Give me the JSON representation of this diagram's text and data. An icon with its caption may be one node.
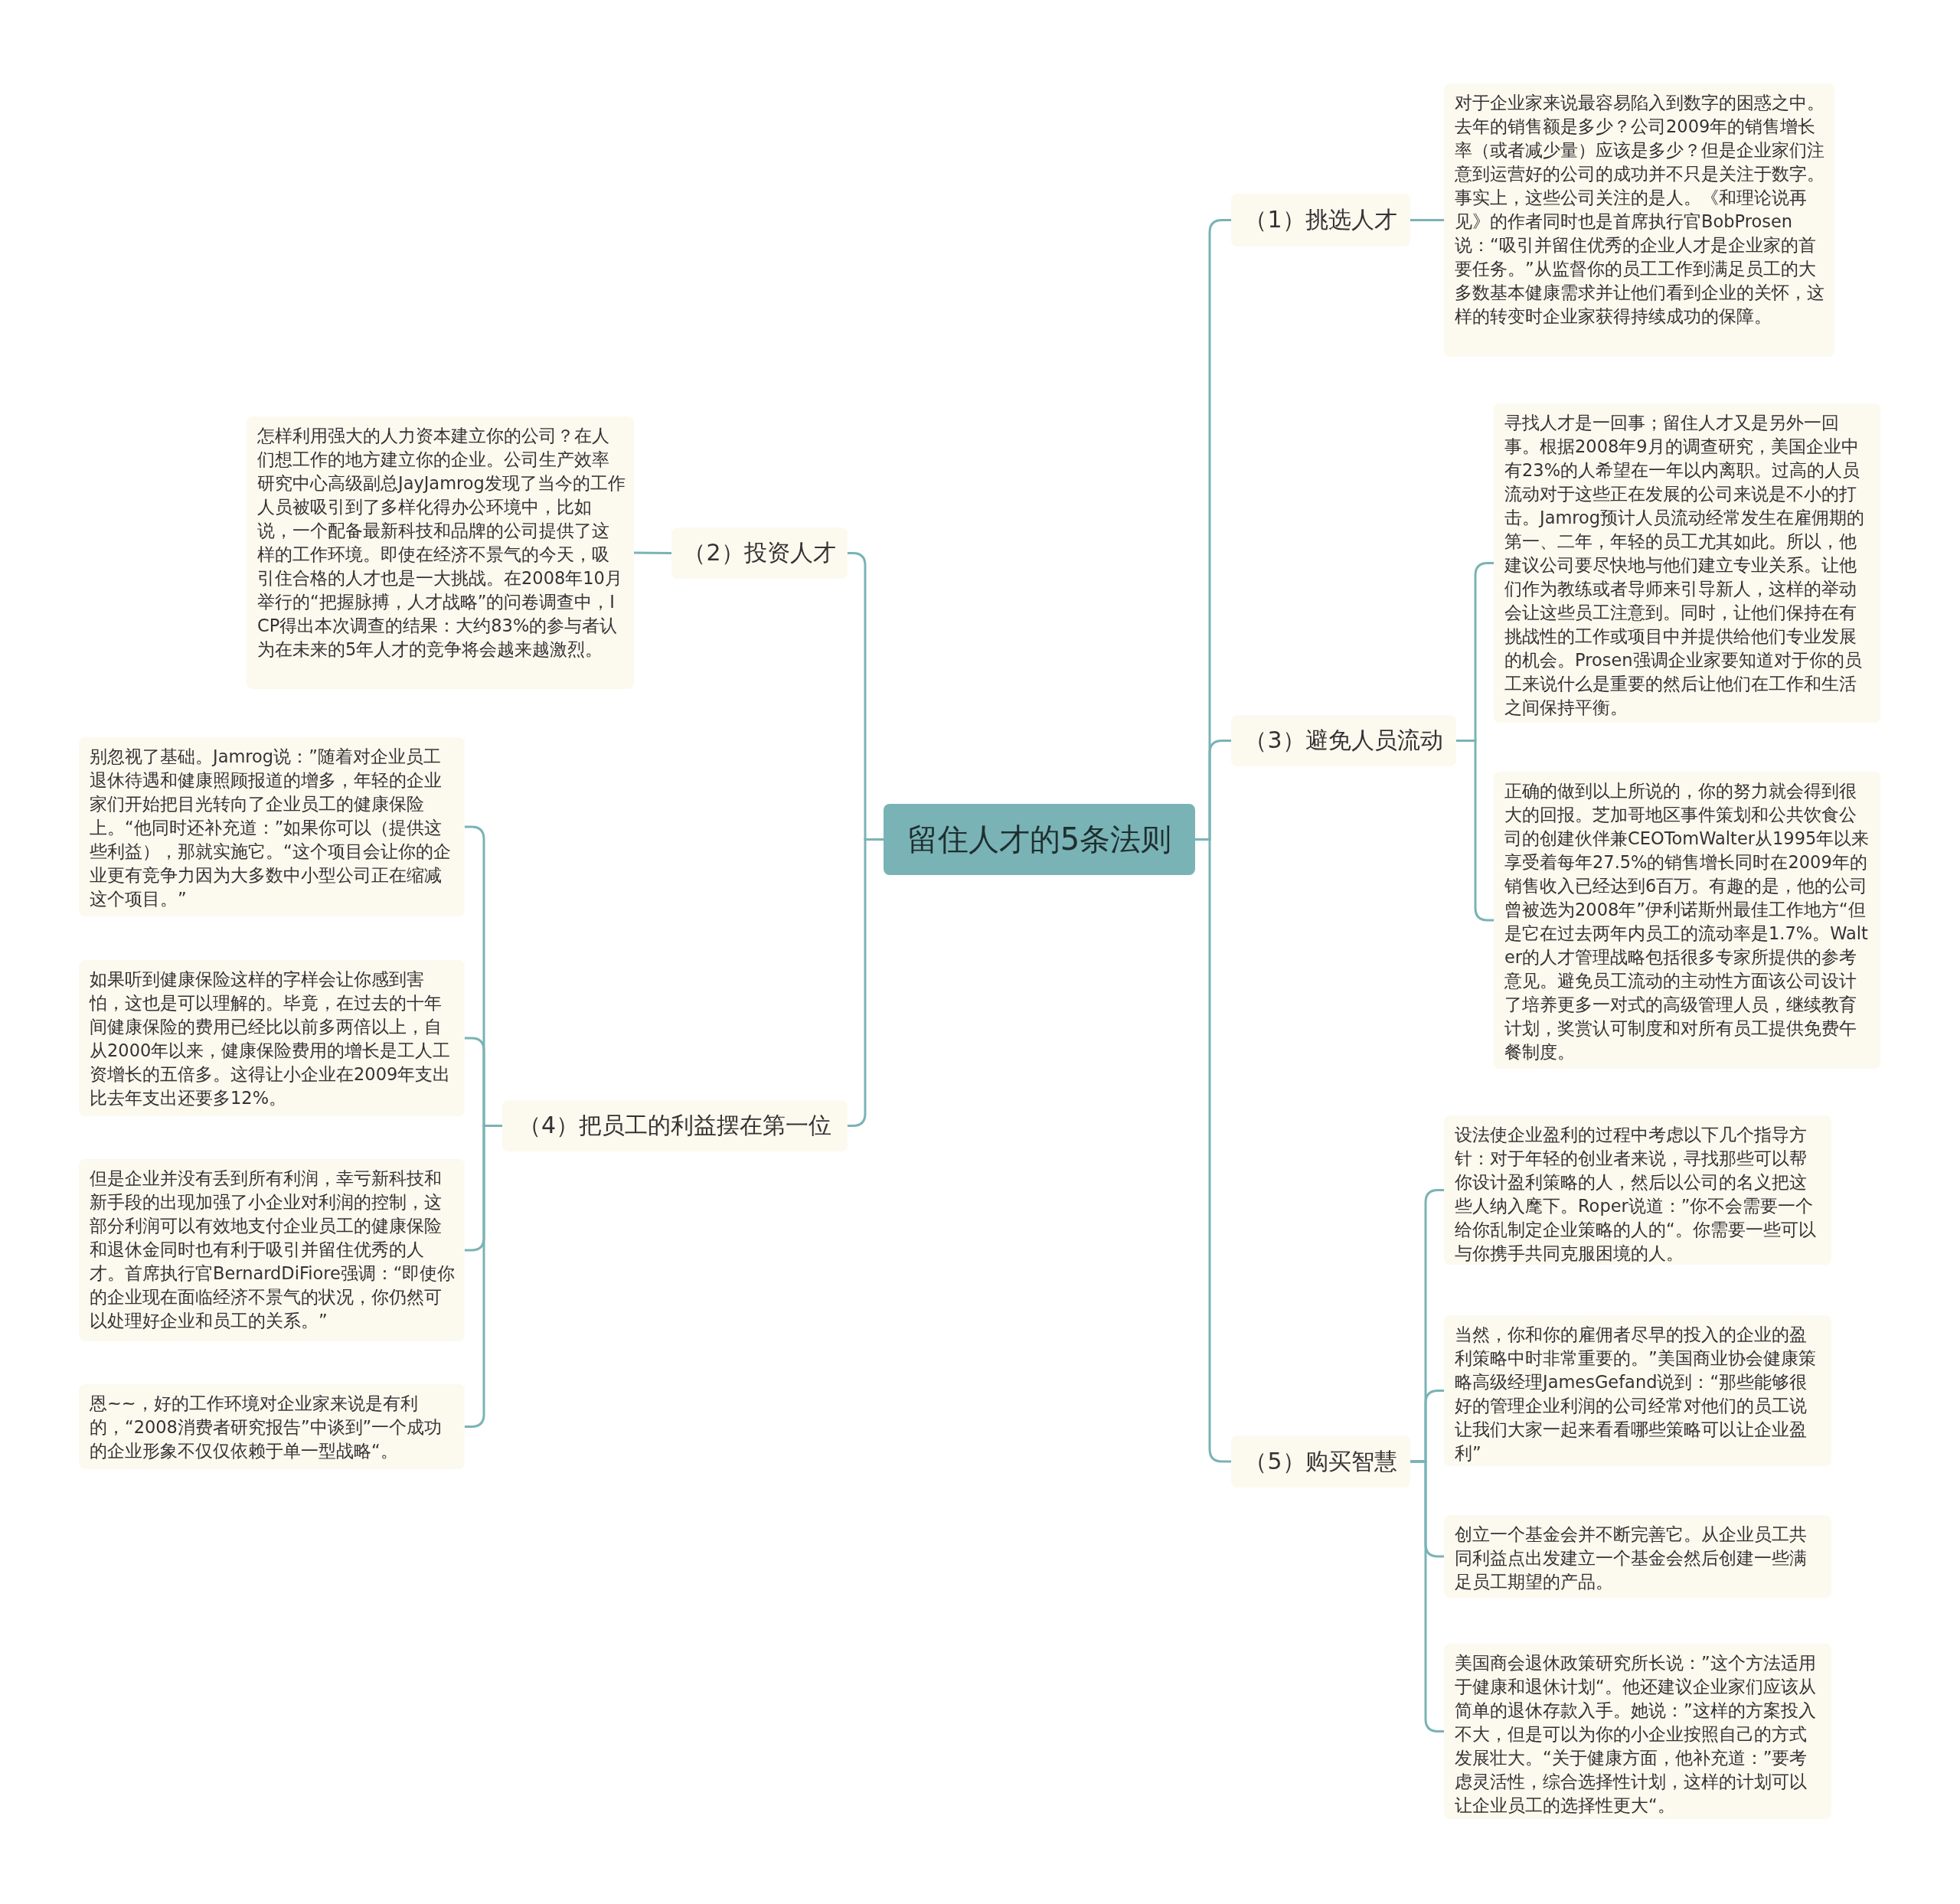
{
  "diagram": {
    "nodes": [
      {
        "text": [
          "留住人才的5条法则"
        ]
      },
      {
        "text": [
          "（1）挑选人才"
        ]
      },
      {
        "text": [
          "对于企业家来说最容易陷入到数字的困惑之中。去年的销售额是多少？公司2009年的销售增长率（或者减少量）应该是多少？但是企业家们注意到运营好的公司的成功并不只是关注于数字。事实上，这些公司关注的是人。《和理论说再见》的作者同时也是首席执行官BobProsen说：“吸引并留住优秀的企业人才是企业家的首要任务。”从监督你的员工工作到满足员工的大多数基本健康需求并让他们看到企业的关怀，这样的转变时企业家获得持续成功的保障。"
        ]
      },
      {
        "text": [
          "（2）投资人才"
        ]
      },
      {
        "text": [
          "怎样利用强大的人力资本建立你的公司？在人们想工作的地方建立你的企业。公司生产效率研究中心高级副总JayJamrog发现了当今的工作人员被吸引到了多样化得办公环境中，比如说，一个配备最新科技和品牌的公司提供了这样的工作环境。即使在经济不景气的今天，吸引住合格的人才也是一大挑战。在2008年10月举行的“把握脉搏，人才战略”的问卷调查中，ICP得出本次调查的结果：大约83%的参与者认为在未来的5年人才的竞争将会越来越激烈。"
        ]
      },
      {
        "text": [
          "（3）避免人员流动"
        ]
      },
      {
        "text": [
          "寻找人才是一回事；留住人才又是另外一回事。根据2008年9月的调查研究，美国企业中有23%的人希望在一年以内离职。过高的人员流动对于这些正在发展的公司来说是不小的打击。Jamrog预计人员流动经常发生在雇佣期的第一、二年，年轻的员工尤其如此。所以，他建议公司要尽快地与他们建立专业关系。让他们作为教练或者导师来引导新人，这样的举动会让这些员工注意到。同时，让他们保持在有挑战性的工作或项目中并提供给他们专业发展的机会。Prosen强调企业家要知道对于你的员工来说什么是重要的然后让他们在工作和生活之间保持平衡。"
        ]
      },
      {
        "text": [
          "正确的做到以上所说的，你的努力就会得到很大的回报。芝加哥地区事件策划和公共饮食公司的创建伙伴兼CEOTomWalter从1995年以来享受着每年27.5%的销售增长同时在2009年的销售收入已经达到6百万。有趣的是，他的公司曾被选为2008年”伊利诺斯州最佳工作地方“但是它在过去两年内员工的流动率是1.7%。Walter的人才管理战略包括很多专家所提供的参考意见。避免员工流动的主动性方面该公司设计了培养更多一对式的高级管理人员，继续教育计划，奖赏认可制度和对所有员工提供免费午餐制度。"
        ]
      },
      {
        "text": [
          "（4）把员工的利益摆在第一位"
        ]
      },
      {
        "text": [
          "别忽视了基础。Jamrog说：”随着对企业员工退休待遇和健康照顾报道的增多，年轻的企业家们开始把目光转向了企业员工的健康保险上。“他同时还补充道：”如果你可以（提供这些利益），那就实施它。“这个项目会让你的企业更有竞争力因为大多数中小型公司正在缩减这个项目。”"
        ]
      },
      {
        "text": [
          "如果听到健康保险这样的字样会让你感到害怕，这也是可以理解的。毕竟，在过去的十年间健康保险的费用已经比以前多两倍以上，自从2000年以来，健康保险费用的增长是工人工资增长的五倍多。这得让小企业在2009年支出比去年支出还要多12%。"
        ]
      },
      {
        "text": [
          "但是企业并没有丢到所有利润，幸亏新科技和新手段的出现加强了小企业对利润的控制，这部分利润可以有效地支付企业员工的健康保险和退休金同时也有利于吸引并留住优秀的人才。首席执行官BernardDiFiore强调：“即使你的企业现在面临经济不景气的状况，你仍然可以处理好企业和员工的关系。”"
        ]
      },
      {
        "text": [
          "恩~~，好的工作环境对企业家来说是有利的，“2008消费者研究报告”中谈到”一个成功的企业形象不仅仅依赖于单一型战略“。"
        ]
      },
      {
        "text": [
          "（5）购买智慧"
        ]
      },
      {
        "text": [
          "设法使企业盈利的过程中考虑以下几个指导方针：对于年轻的创业者来说，寻找那些可以帮你设计盈利策略的人，然后以公司的名义把这些人纳入麾下。Roper说道：”你不会需要一个给你乱制定企业策略的人的“。你需要一些可以与你携手共同克服困境的人。"
        ]
      },
      {
        "text": [
          "当然，你和你的雇佣者尽早的投入的企业的盈利策略中时非常重要的。”美国商业协会健康策略高级经理JamesGefand说到：“那些能够很好的管理企业利润的公司经常对他们的员工说让我们大家一起来看看哪些策略可以让企业盈利”"
        ]
      },
      {
        "text": [
          "创立一个基金会并不断完善它。从企业员工共同利益点出发建立一个基金会然后创建一些满足员工期望的产品。"
        ]
      },
      {
        "text": [
          "美国商会退休政策研究所长说：”这个方法适用于健康和退休计划“。他还建议企业家们应该从简单的退休存款入手。她说：”这样的方案投入不大，但是可以为你的小企业按照自己的方式发展壮大。“关于健康方面，他补充道：”要考虑灵活性，综合选择性计划，这样的计划可以让企业员工的选择性更大“。"
        ]
      }
    ],
    "edges": [
      {
        "from": 0,
        "to": 1,
        "arrow": "none"
      },
      {
        "from": 1,
        "to": 2,
        "arrow": "none"
      },
      {
        "from": 0,
        "to": 3,
        "arrow": "none"
      },
      {
        "from": 3,
        "to": 4,
        "arrow": "none"
      },
      {
        "from": 0,
        "to": 5,
        "arrow": "none"
      },
      {
        "from": 5,
        "to": 6,
        "arrow": "none"
      },
      {
        "from": 5,
        "to": 7,
        "arrow": "none"
      },
      {
        "from": 0,
        "to": 8,
        "arrow": "none"
      },
      {
        "from": 8,
        "to": 9,
        "arrow": "none"
      },
      {
        "from": 8,
        "to": 10,
        "arrow": "none"
      },
      {
        "from": 8,
        "to": 11,
        "arrow": "none"
      },
      {
        "from": 8,
        "to": 12,
        "arrow": "none"
      },
      {
        "from": 0,
        "to": 13,
        "arrow": "none"
      },
      {
        "from": 13,
        "to": 14,
        "arrow": "none"
      },
      {
        "from": 13,
        "to": 15,
        "arrow": "none"
      },
      {
        "from": 13,
        "to": 16,
        "arrow": "none"
      },
      {
        "from": 13,
        "to": 17,
        "arrow": "none"
      }
    ]
  }
}
